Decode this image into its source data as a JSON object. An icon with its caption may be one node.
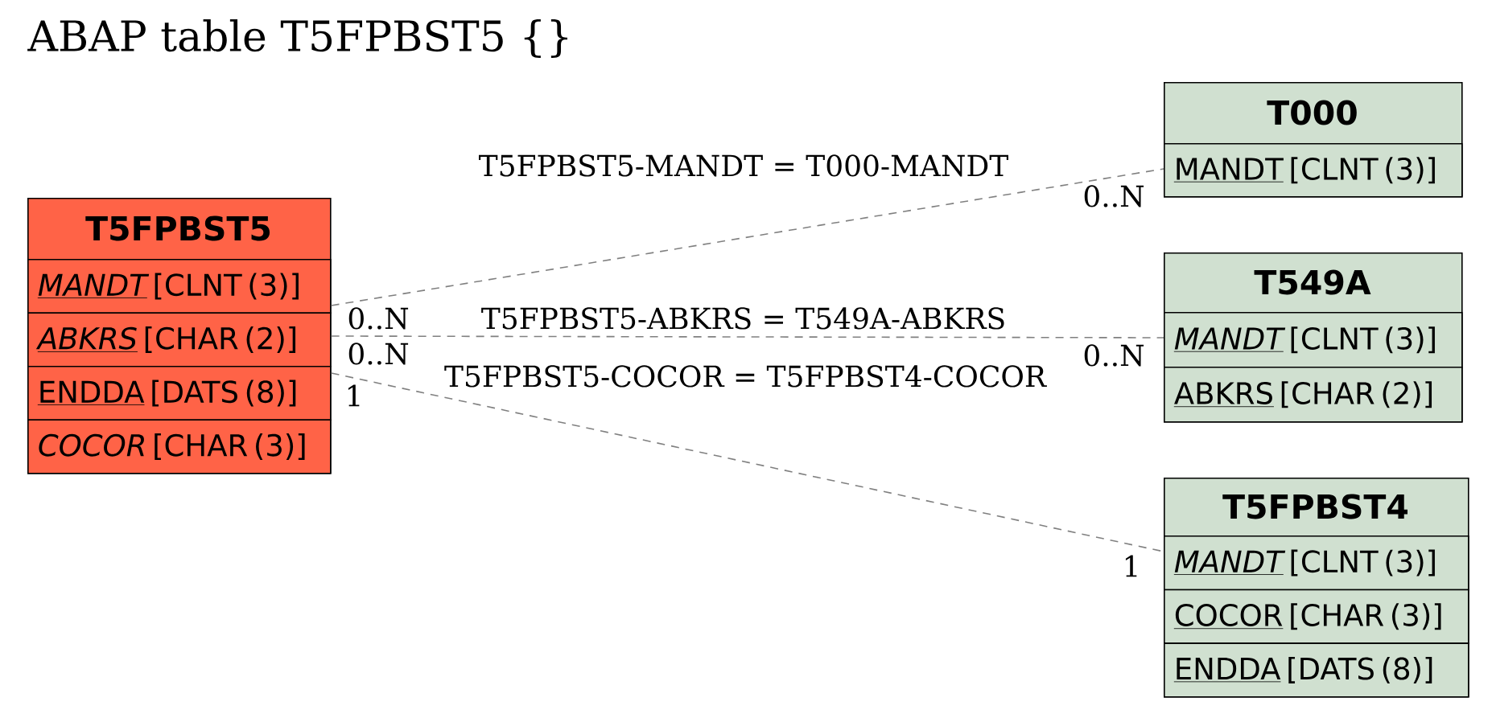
{
  "diagram": {
    "title": "ABAP table T5FPBST5 {}",
    "nodes": [
      {
        "text": [
          "T5FPBST5"
        ]
      },
      {
        "text": [
          "MANDT",
          "[CLNT (3)]"
        ],
        "in": 0
      },
      {
        "text": [
          "ABKRS",
          "[CHAR (2)]"
        ],
        "in": 0
      },
      {
        "text": [
          "ENDDA",
          "[DATS (8)]"
        ],
        "in": 0
      },
      {
        "text": [
          "COCOR",
          "[CHAR (3)]"
        ],
        "in": 0
      },
      {
        "text": [
          "T000"
        ]
      },
      {
        "text": [
          "MANDT",
          "[CLNT (3)]"
        ],
        "in": 5
      },
      {
        "text": [
          "T549A"
        ]
      },
      {
        "text": [
          "MANDT",
          "[CLNT (3)]"
        ],
        "in": 7
      },
      {
        "text": [
          "ABKRS",
          "[CHAR (2)]"
        ],
        "in": 7
      },
      {
        "text": [
          "T5FPBST4"
        ]
      },
      {
        "text": [
          "MANDT",
          "[CLNT (3)]"
        ],
        "in": 10
      },
      {
        "text": [
          "COCOR",
          "[CHAR (3)]"
        ],
        "in": 10
      },
      {
        "text": [
          "ENDDA",
          "[DATS (8)]"
        ],
        "in": 10
      }
    ],
    "edges": [
      {
        "from": 0,
        "to": 5,
        "arrow": "none",
        "label": "T5FPBST5-MANDT = T000-MANDT",
        "style": "dashed"
      },
      {
        "from": 0,
        "to": 7,
        "arrow": "none",
        "label": "T5FPBST5-ABKRS = T549A-ABKRS",
        "style": "dashed"
      },
      {
        "from": 0,
        "to": 10,
        "arrow": "none",
        "label": "T5FPBST5-COCOR = T5FPBST4-COCOR",
        "style": "dashed"
      }
    ],
    "labels": [
      "0..N",
      "0..N",
      "0..N",
      "0..N",
      "1",
      "1"
    ]
  }
}
